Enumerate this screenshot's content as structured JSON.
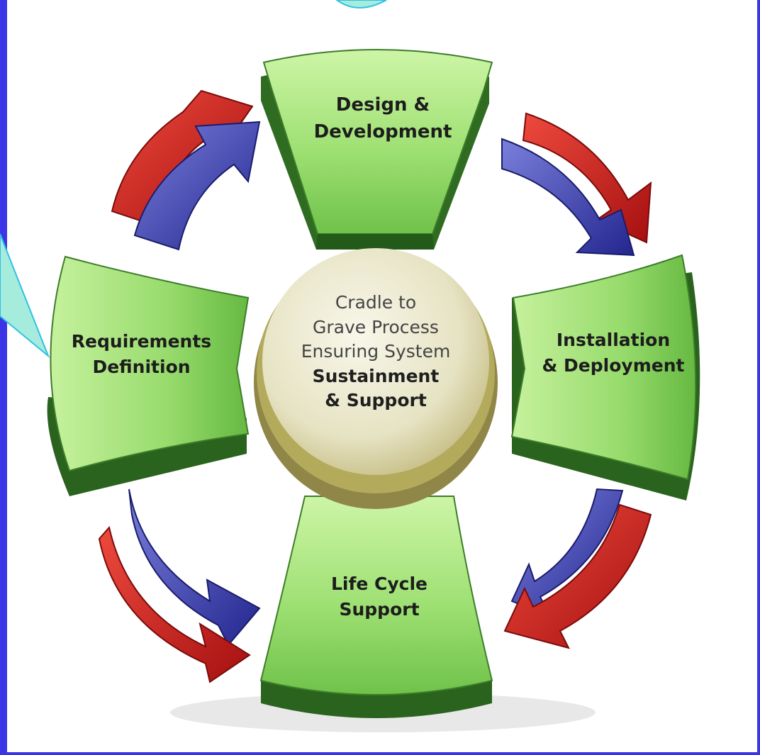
{
  "diagram": {
    "colors": {
      "background": "#3b35e6",
      "panel": "#ffffff",
      "segment_green_light": "#b7ee8c",
      "segment_green_dark": "#2f6b21",
      "arrow_red": "#d41d1d",
      "arrow_blue": "#2c2fa6",
      "callout_fill": "#a3ead9",
      "callout_stroke": "#33c4e8",
      "hub_fill": "#ecebd5",
      "hub_rim": "#b8ae5c"
    },
    "segments": {
      "design": {
        "lines": [
          "Design &",
          "Development"
        ]
      },
      "installation": {
        "lines": [
          "Installation",
          "& Deployment"
        ]
      },
      "lifecycle": {
        "lines": [
          "Life Cycle",
          "Support"
        ]
      },
      "requirements": {
        "lines": [
          "Requirements",
          "Definition"
        ]
      }
    },
    "center": {
      "lines": [
        "Cradle to",
        "Grave Process",
        "Ensuring System",
        "Sustainment",
        "& Support"
      ]
    },
    "icons": [
      "curved-arrow-red-icon",
      "curved-arrow-blue-icon",
      "callout-pointer-icon"
    ]
  }
}
